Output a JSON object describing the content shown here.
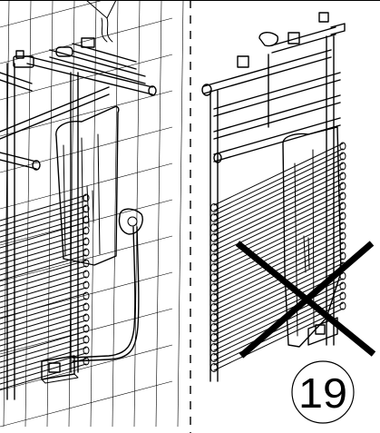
{
  "step_number": "19",
  "panels": {
    "left": {
      "state": "correct"
    },
    "right": {
      "state": "incorrect"
    }
  },
  "colors": {
    "ink": "#000000",
    "background": "#ffffff"
  },
  "icons": {
    "wrong_mark": "cross-mark-icon"
  }
}
